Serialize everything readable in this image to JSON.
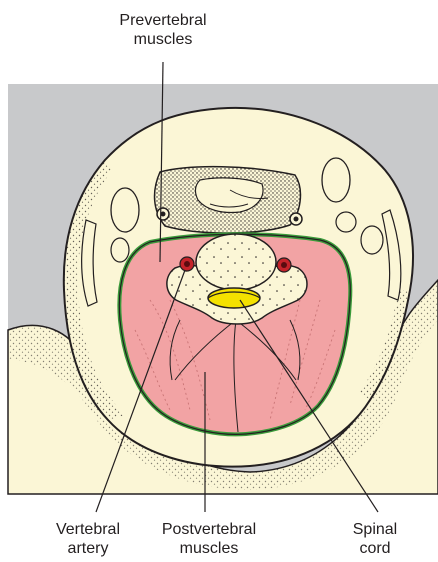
{
  "labels": {
    "prevertebral": {
      "line1": "Prevertebral",
      "line2": "muscles"
    },
    "vertebral_artery": {
      "line1": "Vertebral",
      "line2": "artery"
    },
    "postvertebral": {
      "line1": "Postvertebral",
      "line2": "muscles"
    },
    "spinal_cord": {
      "line1": "Spinal",
      "line2": "cord"
    }
  },
  "colors": {
    "background_panel": "#c8c9cb",
    "skin": "#fbf6d6",
    "muscle": "#f2a3a4",
    "fascia": "#3a9a3a",
    "spinal_cord": "#f4e100",
    "artery": "#c4232a",
    "outline": "#231f20"
  }
}
